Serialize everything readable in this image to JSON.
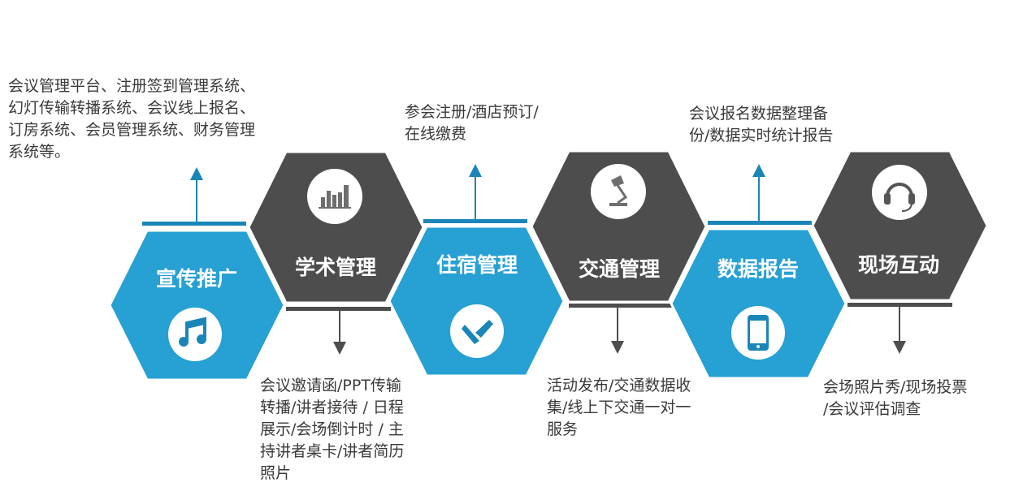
{
  "colors": {
    "blue": "#27a0d4",
    "dark": "#4d4d4d",
    "bar_blue": "#1a86b8",
    "text": "#3a3a3a"
  },
  "stages": [
    {
      "title": "宣传推广",
      "icon": "music-note-icon",
      "lines": [
        "会议管理平台、注册签到管理系统、",
        "幻灯传输转播系统、会议线上报名、",
        "订房系统、会员管理系统、财务管理",
        "系统等。"
      ]
    },
    {
      "title": "学术管理",
      "icon": "bar-chart-icon",
      "lines": [
        "会议邀请函/PPT传输",
        "转播/讲者接待 / 日程",
        "展示/会场倒计时 / 主",
        "持讲者桌卡/讲者简历",
        "照片"
      ]
    },
    {
      "title": "住宿管理",
      "icon": "tools-icon",
      "lines": [
        "参会注册/酒店预订/",
        "在线缴费"
      ]
    },
    {
      "title": "交通管理",
      "icon": "desk-lamp-icon",
      "lines": [
        "活动发布/交通数据收",
        "集/线上下交通一对一",
        "服务"
      ]
    },
    {
      "title": "数据报告",
      "icon": "smartphone-icon",
      "lines": [
        "会议报名数据整理备",
        "份/数据实时统计报告"
      ]
    },
    {
      "title": "现场互动",
      "icon": "headset-icon",
      "lines": [
        "会场照片秀/现场投票",
        "/会议评估调查"
      ]
    }
  ]
}
